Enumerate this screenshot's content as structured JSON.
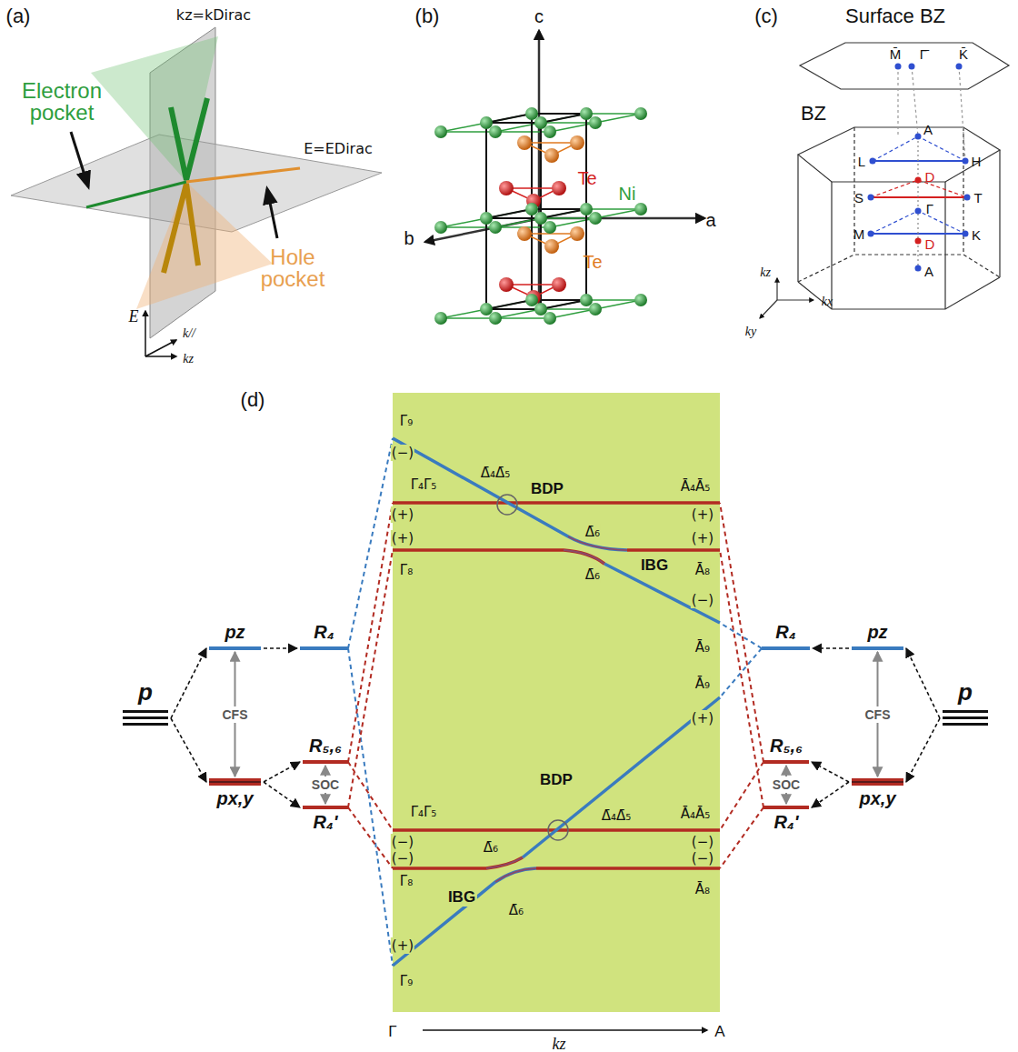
{
  "diagram": {
    "nodes": [
      {
        "text": [
          "p"
        ]
      },
      {
        "text": [
          "pz"
        ]
      },
      {
        "text": [
          "px,y"
        ]
      },
      {
        "text": [
          "R₄"
        ]
      },
      {
        "text": [
          "R₅,₆"
        ]
      },
      {
        "text": [
          "R₄'"
        ]
      },
      {
        "text": [
          "R₄"
        ]
      },
      {
        "text": [
          "R₅,₆"
        ]
      },
      {
        "text": [
          "R₄'"
        ]
      },
      {
        "text": [
          "pz"
        ]
      },
      {
        "text": [
          "px,y"
        ]
      },
      {
        "text": [
          "p"
        ]
      }
    ],
    "edges": [
      {
        "from": 0,
        "to": 1,
        "arrow": "to"
      },
      {
        "from": 0,
        "to": 2,
        "arrow": "to"
      },
      {
        "from": 1,
        "to": 3,
        "arrow": "to"
      },
      {
        "from": 2,
        "to": 4,
        "arrow": "to"
      },
      {
        "from": 2,
        "to": 5,
        "arrow": "to"
      },
      {
        "from": 1,
        "to": 2,
        "arrow": "both",
        "label": "CFS"
      },
      {
        "from": 4,
        "to": 5,
        "arrow": "both",
        "label": "SOC"
      },
      {
        "from": 11,
        "to": 9,
        "arrow": "to"
      },
      {
        "from": 11,
        "to": 10,
        "arrow": "to"
      },
      {
        "from": 9,
        "to": 6,
        "arrow": "to"
      },
      {
        "from": 10,
        "to": 7,
        "arrow": "to"
      },
      {
        "from": 10,
        "to": 8,
        "arrow": "to"
      },
      {
        "from": 9,
        "to": 10,
        "arrow": "both",
        "label": "CFS"
      },
      {
        "from": 7,
        "to": 8,
        "arrow": "both",
        "label": "SOC"
      }
    ],
    "labels": [
      "(a)",
      "kz=kDirac",
      "Electron pocket",
      "E=EDirac",
      "Hole pocket",
      "E",
      "k//",
      "kz",
      "(b)",
      "c",
      "Te",
      "Ni",
      "Te",
      "b",
      "a",
      "(c)",
      "Surface BZ",
      "M̄",
      "Γ̄",
      "K̄",
      "BZ",
      "A",
      "L",
      "H",
      "D",
      "S",
      "T",
      "Γ",
      "M",
      "K",
      "D",
      "A",
      "kz",
      "kx",
      "ky",
      "(d)",
      "Γ̄₉",
      "(−)",
      "Δ̄₄Δ̄₅",
      "BDP",
      "Γ̄₄Γ̄₅",
      "(+)",
      "(+)",
      "Δ̄₆",
      "Γ̄₈",
      "Δ̄₆",
      "IBG",
      "Ā₄Ā₅",
      "(+)",
      "(+)",
      "Ā₈",
      "(−)",
      "Ā₉",
      "Ā₉",
      "(+)",
      "Γ̄₄Γ̄₅",
      "(−)",
      "(−)",
      "BDP",
      "Δ̄₄Δ̄₅",
      "Ā₄Ā₅",
      "(−)",
      "(−)",
      "Δ̄₆",
      "Γ̄₈",
      "IBG",
      "Δ̄₆",
      "Ā₈",
      "(+)",
      "Γ̄₉",
      "Γ",
      "kz",
      "A"
    ]
  }
}
